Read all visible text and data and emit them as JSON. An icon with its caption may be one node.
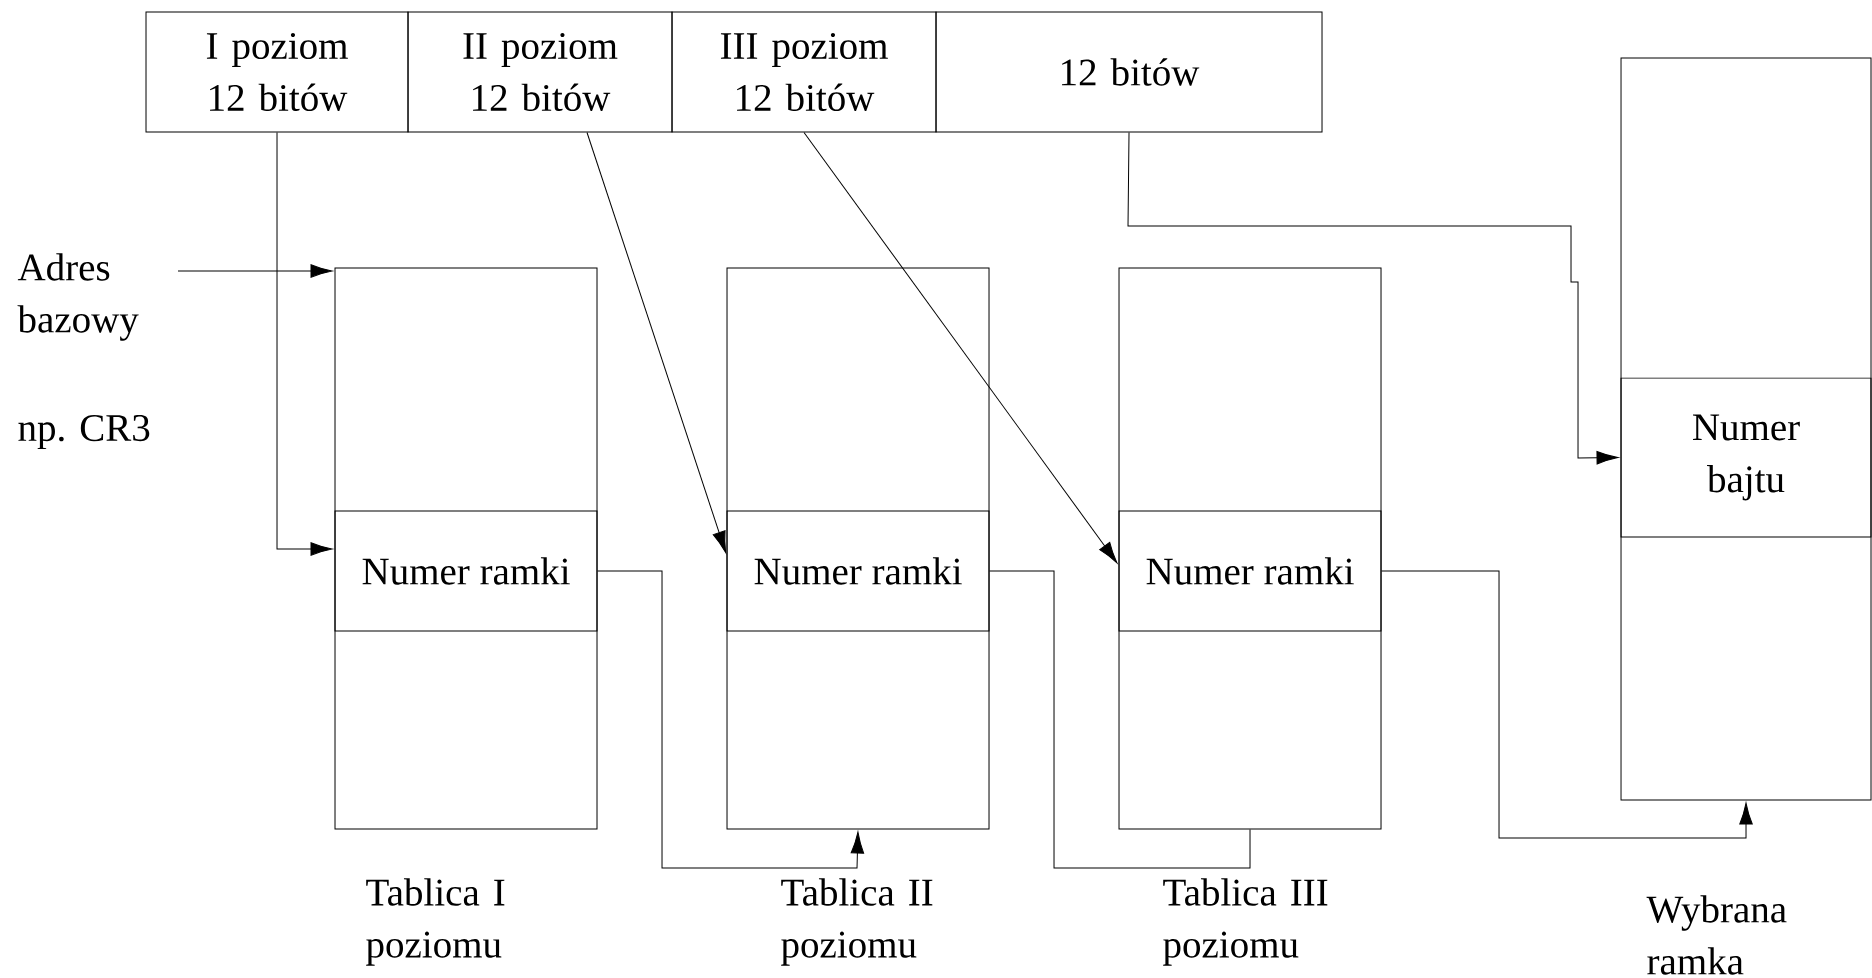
{
  "diagram": {
    "nodes": [
      {
        "text": [
          "I poziom 12 bitów"
        ]
      },
      {
        "text": [
          "II poziom 12 bitów"
        ]
      },
      {
        "text": [
          "III poziom 12 bitów"
        ]
      },
      {
        "text": [
          "12 bitów"
        ]
      },
      {
        "text": [
          "Adres bazowy"
        ]
      },
      {
        "text": [],
        "shape": "box",
        "beside": [
          "Tablica I poziomu"
        ]
      },
      {
        "text": [
          "Numer ramki"
        ],
        "in": 5
      },
      {
        "text": [],
        "shape": "box",
        "beside": [
          "Tablica II poziomu"
        ]
      },
      {
        "text": [
          "Numer ramki"
        ],
        "in": 7
      },
      {
        "text": [],
        "shape": "box",
        "beside": [
          "Tablica III poziomu"
        ]
      },
      {
        "text": [
          "Numer ramki"
        ],
        "in": 9
      },
      {
        "text": [],
        "shape": "box",
        "beside": [
          "Wybrana ramka"
        ]
      },
      {
        "text": [
          "Numer bajtu"
        ],
        "in": 11
      }
    ],
    "edges": [
      {
        "from": 0,
        "to": 6,
        "arrow": "to"
      },
      {
        "from": 1,
        "to": 8,
        "arrow": "to"
      },
      {
        "from": 2,
        "to": 10,
        "arrow": "to"
      },
      {
        "from": 3,
        "to": 12,
        "arrow": "to"
      },
      {
        "from": 4,
        "to": 5,
        "arrow": "to"
      },
      {
        "from": 6,
        "to": 7,
        "arrow": "to"
      },
      {
        "from": 8,
        "to": 9,
        "arrow": "none"
      },
      {
        "from": 10,
        "to": 11,
        "arrow": "to"
      }
    ],
    "labels": [
      "np. CR3"
    ]
  }
}
